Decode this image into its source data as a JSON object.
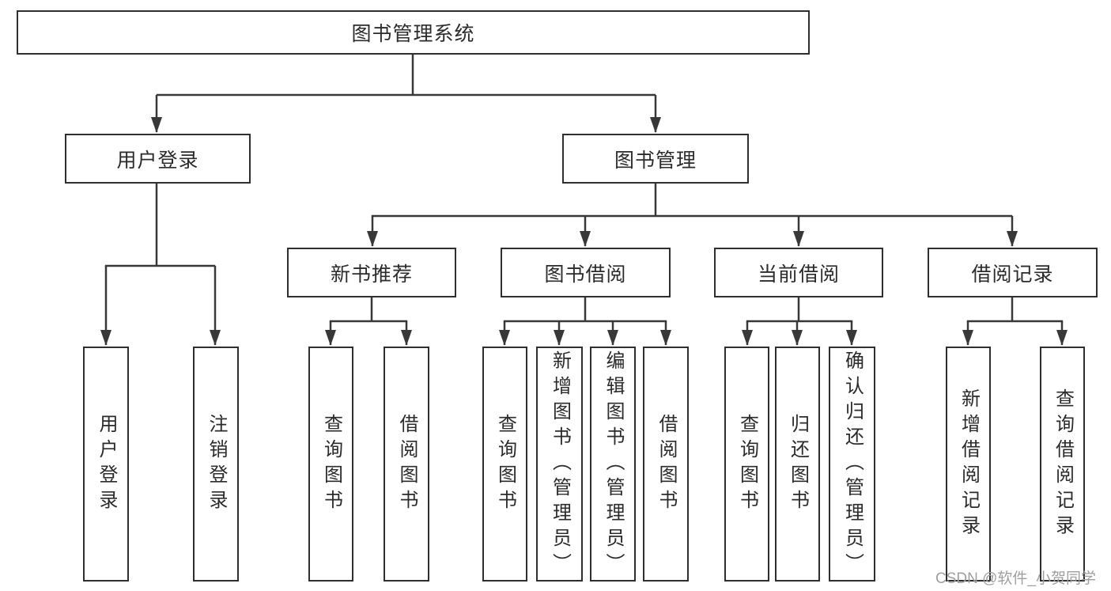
{
  "nodes": {
    "root": {
      "label": "图书管理系统"
    },
    "level2": [
      {
        "label": "用户登录"
      },
      {
        "label": "图书管理"
      }
    ],
    "level3": [
      {
        "label": "新书推荐"
      },
      {
        "label": "图书借阅"
      },
      {
        "label": "当前借阅"
      },
      {
        "label": "借阅记录"
      }
    ],
    "leaves": [
      {
        "label": "用户登录"
      },
      {
        "label": "注销登录"
      },
      {
        "label": "查询图书"
      },
      {
        "label": "借阅图书"
      },
      {
        "label": "查询图书"
      },
      {
        "label": "新增图书（管理员）"
      },
      {
        "label": "编辑图书（管理员）"
      },
      {
        "label": "借阅图书"
      },
      {
        "label": "查询图书"
      },
      {
        "label": "归还图书"
      },
      {
        "label": "确认归还（管理员）"
      },
      {
        "label": "新增借阅记录"
      },
      {
        "label": "查询借阅记录"
      }
    ]
  },
  "watermark": {
    "text": "CSDN @软件_小贺同学"
  },
  "colors": {
    "border": "#2f2f2f",
    "line": "#383838",
    "text": "#2b2b2b",
    "watermark": "#9f9f9f",
    "background": "#ffffff"
  }
}
